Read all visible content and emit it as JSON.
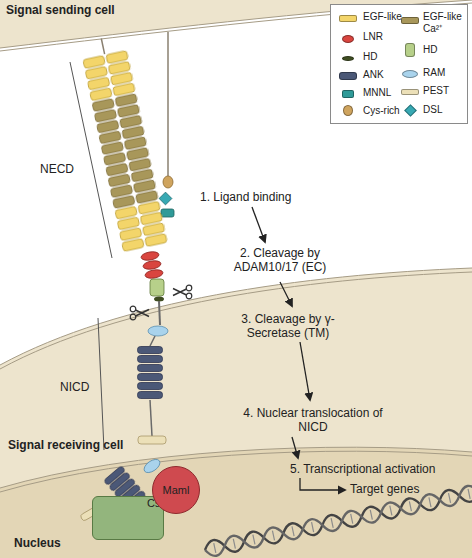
{
  "diagram": {
    "nodes": [
      {
        "text": [
          "Maml"
        ]
      },
      {
        "text": [
          "Csl"
        ]
      }
    ],
    "labels": [
      "Signal sending cell",
      "NECD",
      "1. Ligand binding",
      "2. Cleavage by ADAM10/17 (EC)",
      "3. Cleavage by γ-Secretase (TM)",
      "NICD",
      "4. Nuclear translocation of NICD",
      "Signal receiving cell",
      "5. Transcriptional activation",
      "Target genes",
      "Nucleus"
    ],
    "legend": [
      {
        "text": "EGF-like",
        "color": "#f3d56a"
      },
      {
        "text": "EGF-like Ca²⁺",
        "color": "#a8975a"
      },
      {
        "text": "LNR",
        "color": "#d9453f"
      },
      {
        "text": "HD",
        "color": "#b7d08a"
      },
      {
        "text": "HD",
        "color": "#3f4d22"
      },
      {
        "text": "ANK",
        "color": "#4b5877"
      },
      {
        "text": "RAM",
        "color": "#a9d3ec"
      },
      {
        "text": "MNNL",
        "color": "#2f9a98"
      },
      {
        "text": "PEST",
        "color": "#ece0b8"
      },
      {
        "text": "Cys-rich",
        "color": "#cfa45e"
      },
      {
        "text": "DSL",
        "color": "#37a9b3"
      }
    ]
  }
}
